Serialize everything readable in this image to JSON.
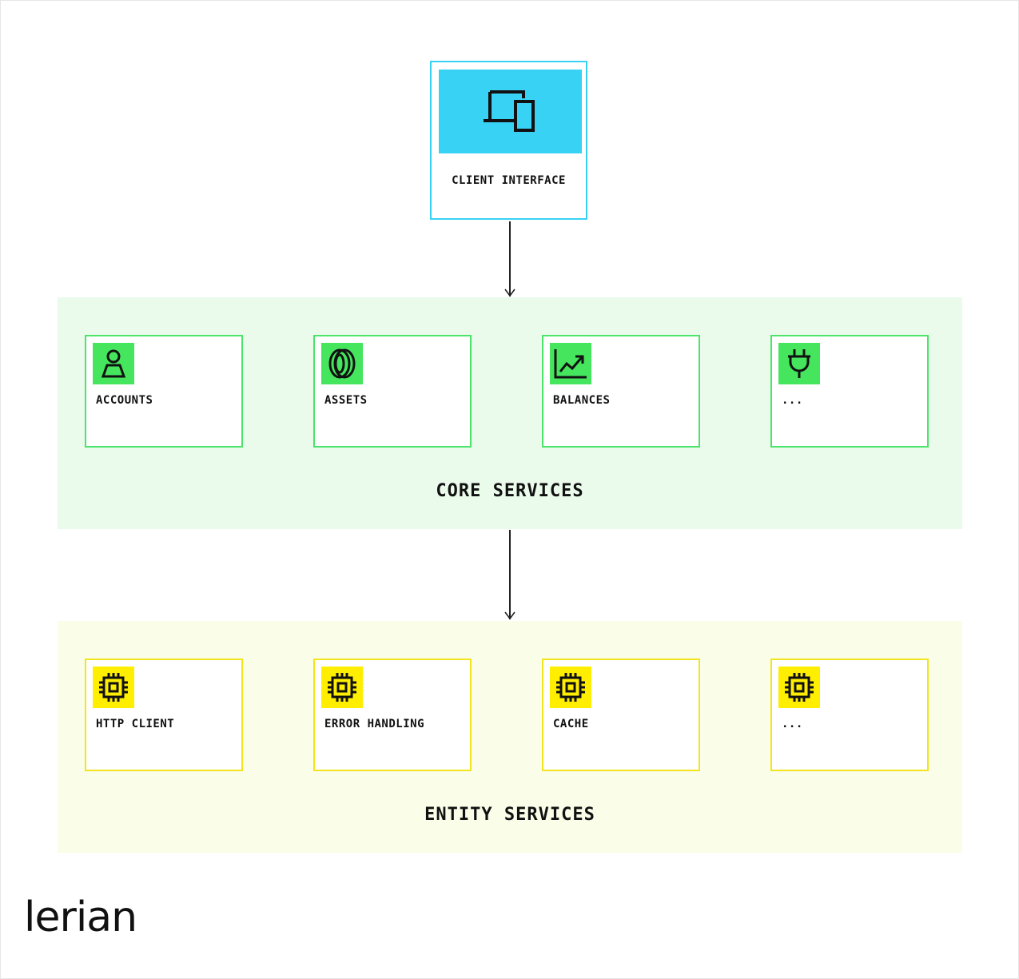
{
  "client": {
    "label": "CLIENT INTERFACE",
    "icon": "devices-icon",
    "color": "#38d2f5"
  },
  "core": {
    "title": "CORE SERVICES",
    "color": "#45e65e",
    "cards": [
      {
        "label": "ACCOUNTS",
        "icon": "user-icon"
      },
      {
        "label": "ASSETS",
        "icon": "coins-icon"
      },
      {
        "label": "BALANCES",
        "icon": "chart-line-icon"
      },
      {
        "label": "...",
        "icon": "plug-icon"
      }
    ]
  },
  "entity": {
    "title": "ENTITY SERVICES",
    "color": "#ffee00",
    "cards": [
      {
        "label": "HTTP CLIENT",
        "icon": "chip-icon"
      },
      {
        "label": "ERROR HANDLING",
        "icon": "chip-icon"
      },
      {
        "label": "CACHE",
        "icon": "chip-icon"
      },
      {
        "label": "...",
        "icon": "chip-icon"
      }
    ]
  },
  "brand": {
    "name": "lerian"
  }
}
